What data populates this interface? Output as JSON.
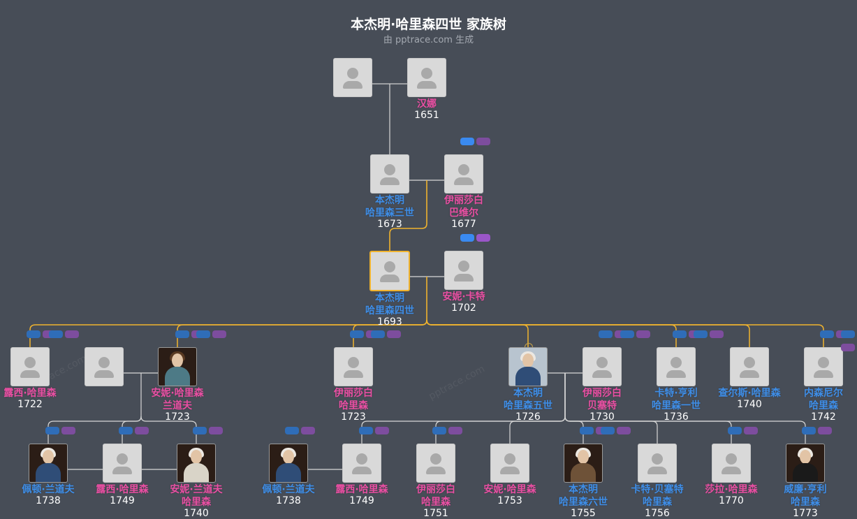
{
  "header": {
    "title": "本杰明·哈里森四世 家族树",
    "subtitle": "由 pptrace.com 生成"
  },
  "watermarks": [
    "pptrace.com",
    "pptrace.com"
  ],
  "colors": {
    "background": "#474d57",
    "male_name": "#3e8ee8",
    "female_name": "#ea4fa3",
    "focus_line": "#f0b32e",
    "line": "#d8d8d8"
  },
  "people": {
    "gp_m": {
      "name": [],
      "year": "",
      "gender": "m"
    },
    "gp_f": {
      "name": [
        "汉娜"
      ],
      "year": "1651",
      "gender": "f"
    },
    "father": {
      "name": [
        "本杰明",
        "哈里森三世"
      ],
      "year": "1673",
      "gender": "m"
    },
    "mother": {
      "name": [
        "伊丽莎白",
        "巴维尔"
      ],
      "year": "1677",
      "gender": "f"
    },
    "self": {
      "name": [
        "本杰明",
        "哈里森四世"
      ],
      "year": "1693",
      "gender": "m"
    },
    "wife": {
      "name": [
        "安妮·卡特"
      ],
      "year": "1702",
      "gender": "f"
    },
    "c1": {
      "name": [
        "露西·哈里森"
      ],
      "year": "1722",
      "gender": "f"
    },
    "c2sp": {
      "name": [],
      "year": "",
      "gender": "m"
    },
    "c2": {
      "name": [
        "安妮·哈里森",
        "兰道夫"
      ],
      "year": "1723",
      "gender": "f"
    },
    "c3": {
      "name": [
        "伊丽莎白",
        "哈里森"
      ],
      "year": "1723",
      "gender": "f"
    },
    "c4": {
      "name": [
        "本杰明",
        "哈里森五世"
      ],
      "year": "1726",
      "gender": "m"
    },
    "c4sp": {
      "name": [
        "伊丽莎白",
        "贝塞特"
      ],
      "year": "1730",
      "gender": "f"
    },
    "c5": {
      "name": [
        "卡特·亨利",
        "哈里森一世"
      ],
      "year": "1736",
      "gender": "m"
    },
    "c6": {
      "name": [
        "查尔斯·哈里森"
      ],
      "year": "1740",
      "gender": "m"
    },
    "c7": {
      "name": [
        "内森尼尔",
        "哈里森"
      ],
      "year": "1742",
      "gender": "m"
    },
    "g1": {
      "name": [
        "佩顿·兰道夫"
      ],
      "year": "1738",
      "gender": "m"
    },
    "g2": {
      "name": [
        "露西·哈里森"
      ],
      "year": "1749",
      "gender": "f"
    },
    "g3": {
      "name": [
        "安妮·兰道夫",
        "哈里森"
      ],
      "year": "1740",
      "gender": "f"
    },
    "g4": {
      "name": [
        "佩顿·兰道夫"
      ],
      "year": "1738",
      "gender": "m"
    },
    "g5": {
      "name": [
        "露西·哈里森"
      ],
      "year": "1749",
      "gender": "f"
    },
    "g6": {
      "name": [
        "伊丽莎白",
        "哈里森"
      ],
      "year": "1751",
      "gender": "f"
    },
    "g7": {
      "name": [
        "安妮·哈里森"
      ],
      "year": "1753",
      "gender": "f"
    },
    "g8": {
      "name": [
        "本杰明",
        "哈里森六世"
      ],
      "year": "1755",
      "gender": "m"
    },
    "g9": {
      "name": [
        "卡特·贝塞特",
        "哈里森"
      ],
      "year": "1756",
      "gender": "m"
    },
    "g10": {
      "name": [
        "莎拉·哈里森"
      ],
      "year": "1770",
      "gender": "f"
    },
    "g11": {
      "name": [
        "威廉·亨利",
        "哈里森"
      ],
      "year": "1773",
      "gender": "m"
    }
  }
}
